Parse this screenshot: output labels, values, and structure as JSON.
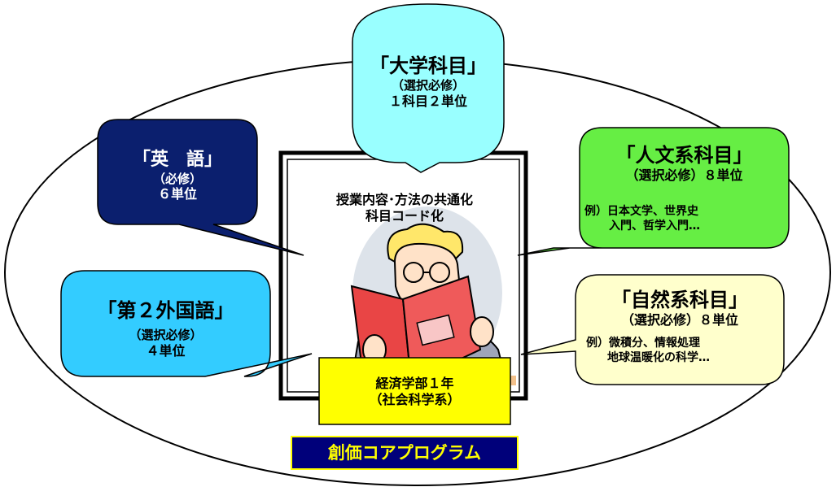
{
  "colors": {
    "english_bg": "#0b1f6e",
    "english_text": "#ffffff",
    "second_lang_bg": "#33ccff",
    "university_bg": "#99ffff",
    "humanities_bg": "#66ee44",
    "natural_bg": "#ffffcc",
    "faculty_bg": "#ffff00",
    "program_bg": "#00007a",
    "program_text": "#ffff00",
    "line": "#000000"
  },
  "center_frame": {
    "line1": "授業内容･方法の共通化",
    "line2": "科目コード化"
  },
  "university_subjects": {
    "title": "「大学科目」",
    "requirement": "（選択必修）",
    "credits": "１科目２単位"
  },
  "english": {
    "title": "「英　語」",
    "requirement": "（必修）",
    "credits": "６単位"
  },
  "humanities": {
    "title": "「人文系科目」",
    "requirement": "（選択必修）８単位",
    "example1": "例）日本文学、世界史",
    "example2": "入門、哲学入門…"
  },
  "second_language": {
    "title": "「第２外国語」",
    "requirement": "（選択必修）",
    "credits": "４単位"
  },
  "natural_science": {
    "title": "「自然系科目」",
    "requirement": "（選択必修）８単位",
    "example1": "例）微積分、情報処理",
    "example2": "地球温暖化の科学…"
  },
  "faculty": {
    "line1": "経済学部１年",
    "line2": "（社会科学系）"
  },
  "program": {
    "label": "創価コアプログラム"
  },
  "illustration": {
    "icon": "student-reading-book"
  }
}
